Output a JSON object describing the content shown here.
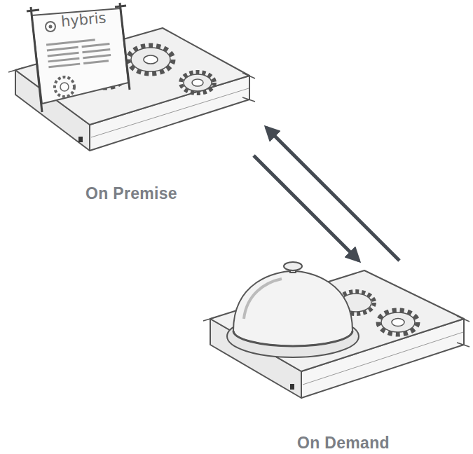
{
  "diagram": {
    "nodes": [
      {
        "text": [
          "On Premise"
        ]
      },
      {
        "text": [
          "On Demand"
        ]
      }
    ],
    "edges": [
      {
        "from": 0,
        "to": 1,
        "arrow": "to"
      },
      {
        "from": 1,
        "to": 0,
        "arrow": "to"
      }
    ],
    "labels": [
      "hybris"
    ]
  }
}
